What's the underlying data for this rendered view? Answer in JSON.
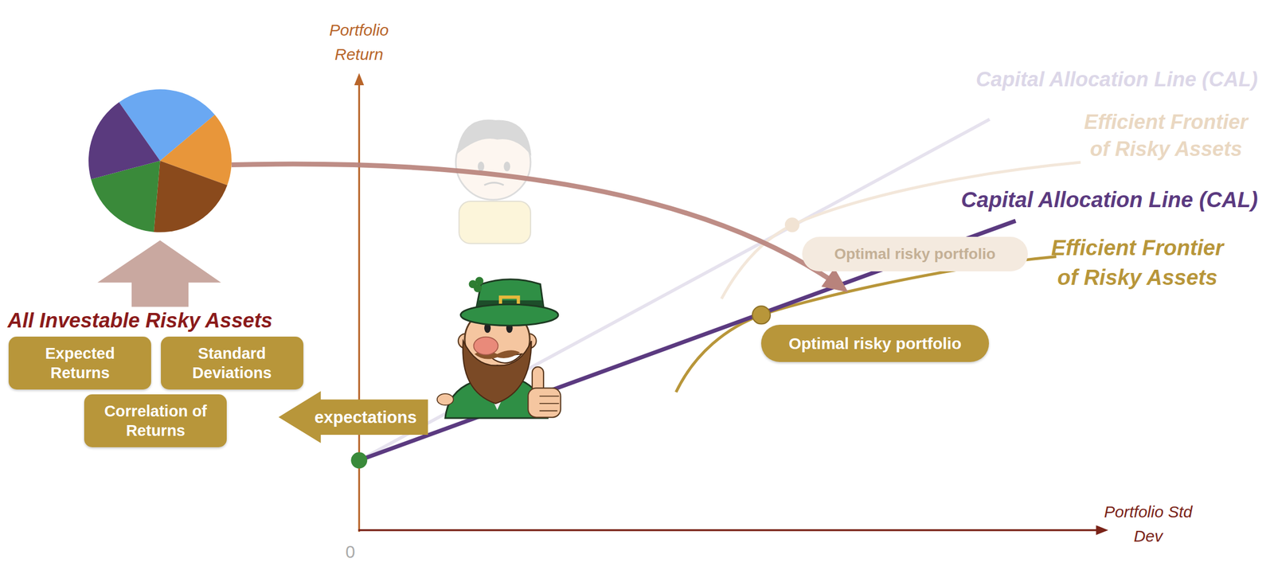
{
  "diagram": {
    "nodes": [
      {
        "text": [
          "Expected Returns"
        ]
      },
      {
        "text": [
          "Standard Deviations"
        ]
      },
      {
        "text": [
          "Correlation of Returns"
        ]
      },
      {
        "text": [
          "expectations"
        ]
      },
      {
        "text": [
          "Optimal risky portfolio"
        ]
      },
      {
        "text": [
          "Optimal risky portfolio"
        ]
      }
    ],
    "labels": [
      "Portfolio Return",
      "Capital Allocation Line (CAL)",
      "Efficient Frontier of Risky Assets",
      "Capital Allocation Line (CAL)",
      "Efficient Frontier of Risky Assets",
      "All Investable Risky Assets",
      "Portfolio Std Dev",
      "0"
    ]
  }
}
